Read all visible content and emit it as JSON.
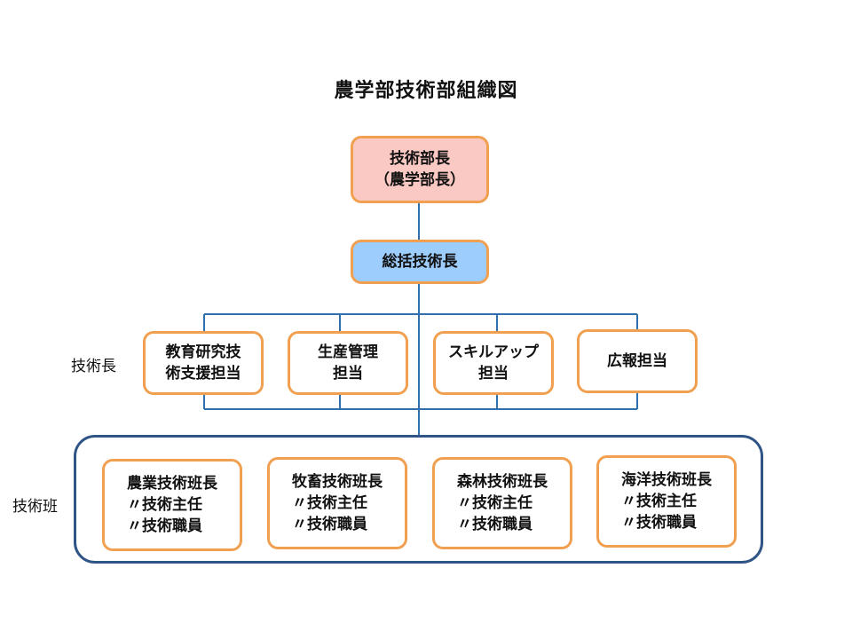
{
  "title": "農学部技術部組織図",
  "head": {
    "line1": "技術部長",
    "line2": "（農学部長）"
  },
  "chief": "総括技術長",
  "side_labels": {
    "engineer_chief": "技術長",
    "team": "技術班"
  },
  "engineer_chiefs": [
    {
      "line1": "教育研究技",
      "line2": "術支援担当"
    },
    {
      "line1": "生産管理",
      "line2": "担当"
    },
    {
      "line1": "スキルアップ",
      "line2": "担当"
    },
    {
      "line1": "広報担当",
      "line2": ""
    }
  ],
  "teams": [
    {
      "lead": "農業技術班長",
      "member1": "〃技術主任",
      "member2": "〃技術職員"
    },
    {
      "lead": "牧畜技術班長",
      "member1": "〃技術主任",
      "member2": "〃技術職員"
    },
    {
      "lead": "森林技術班長",
      "member1": "〃技術主任",
      "member2": "〃技術職員"
    },
    {
      "lead": "海洋技術班長",
      "member1": "〃技術主任",
      "member2": "〃技術職員"
    }
  ],
  "colors": {
    "box_border": "#f0a050",
    "head_fill": "#fbc9c3",
    "chief_fill": "#9dcdfc",
    "connector": "#2f6fad",
    "group_border": "#2f5587"
  }
}
